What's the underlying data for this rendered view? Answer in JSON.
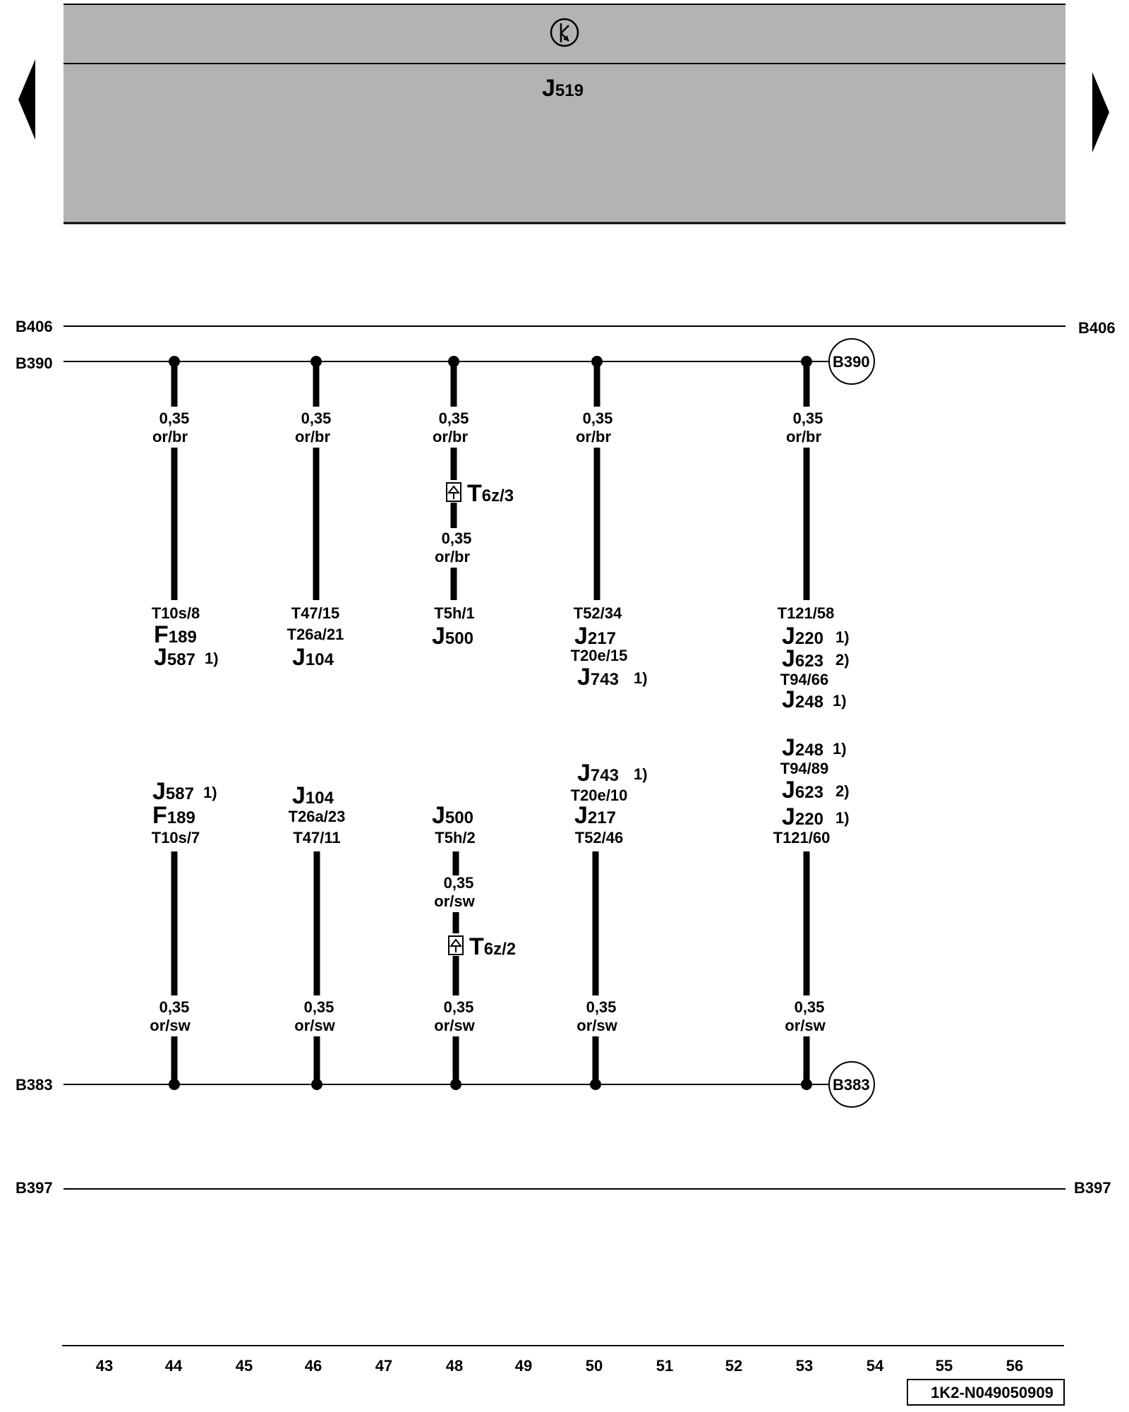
{
  "header": {
    "control_unit": {
      "letter": "J",
      "number": "519"
    },
    "symbol_icon": "ground-arrow-circle-icon",
    "background_color": "#b3b3b3"
  },
  "nav": {
    "left_icon": "previous-page-arrow-icon",
    "right_icon": "next-page-arrow-icon"
  },
  "buses": {
    "B406": "B406",
    "B390": "B390",
    "B383": "B383",
    "B397": "B397"
  },
  "wires": [
    {
      "top": {
        "gauge": "0,35",
        "color": "or/br"
      },
      "upper_labels": [
        {
          "type": "pin",
          "text": "T10s/8"
        },
        {
          "type": "comp",
          "letter": "F",
          "num": "189",
          "note": ""
        },
        {
          "type": "comp",
          "letter": "J",
          "num": "587",
          "note": "1)"
        }
      ],
      "lower_labels": [
        {
          "type": "comp",
          "letter": "J",
          "num": "587",
          "note": "1)"
        },
        {
          "type": "comp",
          "letter": "F",
          "num": "189",
          "note": ""
        },
        {
          "type": "pin",
          "text": "T10s/7"
        }
      ],
      "bottom": {
        "gauge": "0,35",
        "color": "or/sw"
      }
    },
    {
      "top": {
        "gauge": "0,35",
        "color": "or/br"
      },
      "upper_labels": [
        {
          "type": "pin",
          "text": "T47/15"
        },
        {
          "type": "pin",
          "text": "T26a/21"
        },
        {
          "type": "comp",
          "letter": "J",
          "num": "104",
          "note": ""
        }
      ],
      "lower_labels": [
        {
          "type": "comp",
          "letter": "J",
          "num": "104",
          "note": ""
        },
        {
          "type": "pin",
          "text": "T26a/23"
        },
        {
          "type": "pin",
          "text": "T47/11"
        }
      ],
      "bottom": {
        "gauge": "0,35",
        "color": "or/sw"
      }
    },
    {
      "top": {
        "gauge": "0,35",
        "color": "or/br"
      },
      "upper_connector": {
        "letter": "T",
        "sub": "6z/3",
        "icon": "connector-icon"
      },
      "upper_mid": {
        "gauge": "0,35",
        "color": "or/br"
      },
      "upper_labels": [
        {
          "type": "pin",
          "text": "T5h/1"
        },
        {
          "type": "comp",
          "letter": "J",
          "num": "500",
          "note": ""
        }
      ],
      "lower_labels": [
        {
          "type": "comp",
          "letter": "J",
          "num": "500",
          "note": ""
        },
        {
          "type": "pin",
          "text": "T5h/2"
        }
      ],
      "lower_mid": {
        "gauge": "0,35",
        "color": "or/sw"
      },
      "lower_connector": {
        "letter": "T",
        "sub": "6z/2",
        "icon": "connector-icon"
      },
      "bottom": {
        "gauge": "0,35",
        "color": "or/sw"
      }
    },
    {
      "top": {
        "gauge": "0,35",
        "color": "or/br"
      },
      "upper_labels": [
        {
          "type": "pin",
          "text": "T52/34"
        },
        {
          "type": "comp",
          "letter": "J",
          "num": "217",
          "note": ""
        },
        {
          "type": "pin",
          "text": "T20e/15"
        },
        {
          "type": "comp",
          "letter": "J",
          "num": "743",
          "note": "1)"
        }
      ],
      "lower_labels": [
        {
          "type": "comp",
          "letter": "J",
          "num": "743",
          "note": "1)"
        },
        {
          "type": "pin",
          "text": "T20e/10"
        },
        {
          "type": "comp",
          "letter": "J",
          "num": "217",
          "note": ""
        },
        {
          "type": "pin",
          "text": "T52/46"
        }
      ],
      "bottom": {
        "gauge": "0,35",
        "color": "or/sw"
      }
    },
    {
      "top": {
        "gauge": "0,35",
        "color": "or/br"
      },
      "upper_labels": [
        {
          "type": "pin",
          "text": "T121/58"
        },
        {
          "type": "comp",
          "letter": "J",
          "num": "220",
          "note": "1)"
        },
        {
          "type": "comp",
          "letter": "J",
          "num": "623",
          "note": "2)"
        },
        {
          "type": "pin",
          "text": "T94/66"
        },
        {
          "type": "comp",
          "letter": "J",
          "num": "248",
          "note": "1)"
        }
      ],
      "lower_labels": [
        {
          "type": "comp",
          "letter": "J",
          "num": "248",
          "note": "1)"
        },
        {
          "type": "pin",
          "text": "T94/89"
        },
        {
          "type": "comp",
          "letter": "J",
          "num": "623",
          "note": "2)"
        },
        {
          "type": "comp",
          "letter": "J",
          "num": "220",
          "note": "1)"
        },
        {
          "type": "pin",
          "text": "T121/60"
        }
      ],
      "bottom": {
        "gauge": "0,35",
        "color": "or/sw"
      }
    }
  ],
  "ruler": {
    "numbers": [
      "43",
      "44",
      "45",
      "46",
      "47",
      "48",
      "49",
      "50",
      "51",
      "52",
      "53",
      "54",
      "55",
      "56"
    ]
  },
  "doc_code": "1K2-N049050909"
}
